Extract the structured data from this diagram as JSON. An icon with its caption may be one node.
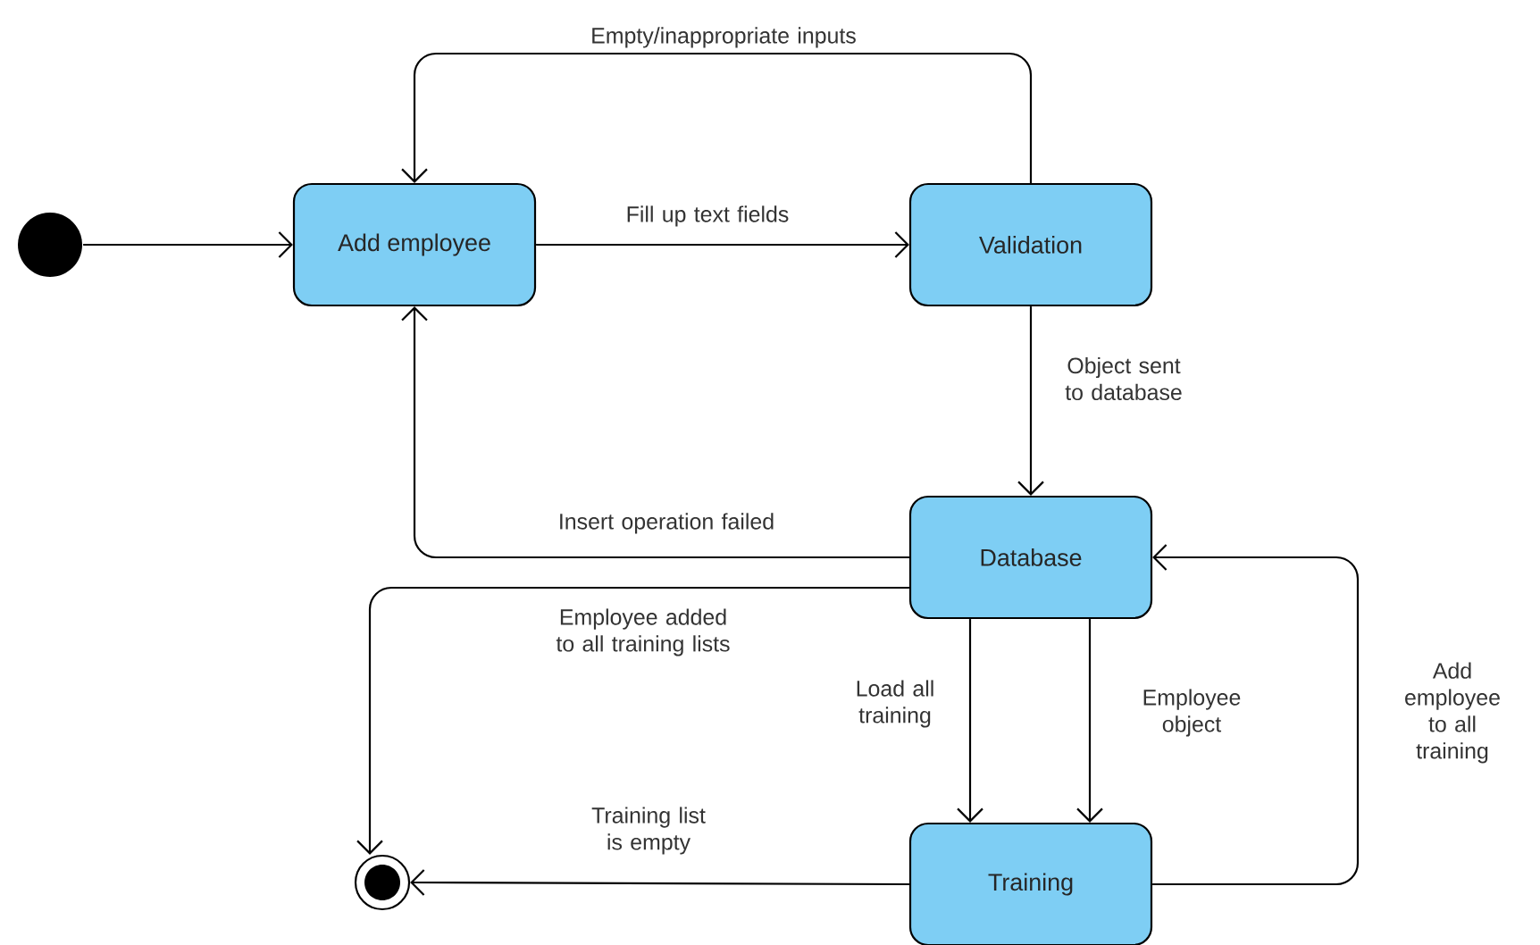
{
  "diagram": {
    "nodes": [
      {
        "text": [],
        "shape": "circle"
      },
      {
        "text": [
          "Add employee"
        ]
      },
      {
        "text": [
          "Validation"
        ]
      },
      {
        "text": [
          "Database"
        ]
      },
      {
        "text": [
          "Training"
        ]
      },
      {
        "text": [],
        "shape": "bullseye"
      }
    ],
    "edges": [
      {
        "from": 0,
        "to": 1,
        "arrow": "to"
      },
      {
        "from": 1,
        "to": 2,
        "arrow": "to",
        "label": "Fill up text fields"
      },
      {
        "from": 2,
        "to": 1,
        "arrow": "to",
        "label": "Empty/inappropriate inputs"
      },
      {
        "from": 2,
        "to": 3,
        "arrow": "to",
        "label": "Object sent to database"
      },
      {
        "from": 3,
        "to": 1,
        "arrow": "to",
        "label": "Insert operation failed"
      },
      {
        "from": 3,
        "to": 5,
        "arrow": "to",
        "label": "Employee added to all training lists"
      },
      {
        "from": 3,
        "to": 4,
        "arrow": "to",
        "label": "Load all training"
      },
      {
        "from": 3,
        "to": 4,
        "arrow": "to",
        "label": "Employee object"
      },
      {
        "from": 4,
        "to": 3,
        "arrow": "to",
        "label": "Add employee to all training"
      },
      {
        "from": 4,
        "to": 5,
        "arrow": "to",
        "label": "Training list is empty"
      }
    ]
  }
}
